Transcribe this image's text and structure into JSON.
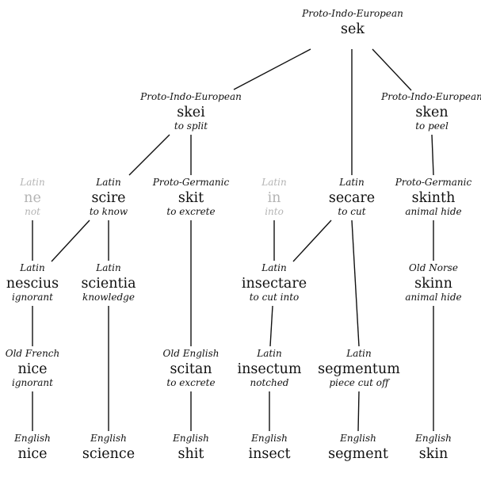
{
  "nodes": [
    {
      "id": "sek",
      "lang": "Proto-Indo-European",
      "word": "sek",
      "gloss": ""
    },
    {
      "id": "skei",
      "lang": "Proto-Indo-European",
      "word": "skei",
      "gloss": "to split"
    },
    {
      "id": "sken",
      "lang": "Proto-Indo-European",
      "word": "sken",
      "gloss": "to peel"
    },
    {
      "id": "ne",
      "lang": "Latin",
      "word": "ne",
      "gloss": "not",
      "faded": true
    },
    {
      "id": "scire",
      "lang": "Latin",
      "word": "scire",
      "gloss": "to know"
    },
    {
      "id": "skit",
      "lang": "Proto-Germanic",
      "word": "skit",
      "gloss": "to excrete"
    },
    {
      "id": "in",
      "lang": "Latin",
      "word": "in",
      "gloss": "into",
      "faded": true
    },
    {
      "id": "secare",
      "lang": "Latin",
      "word": "secare",
      "gloss": "to cut"
    },
    {
      "id": "skinth",
      "lang": "Proto-Germanic",
      "word": "skinth",
      "gloss": "animal hide"
    },
    {
      "id": "nescius",
      "lang": "Latin",
      "word": "nescius",
      "gloss": "ignorant"
    },
    {
      "id": "scientia",
      "lang": "Latin",
      "word": "scientia",
      "gloss": "knowledge"
    },
    {
      "id": "insectare",
      "lang": "Latin",
      "word": "insectare",
      "gloss": "to cut into"
    },
    {
      "id": "skinn",
      "lang": "Old Norse",
      "word": "skinn",
      "gloss": "animal hide"
    },
    {
      "id": "nice_of",
      "lang": "Old French",
      "word": "nice",
      "gloss": "ignorant"
    },
    {
      "id": "scitan",
      "lang": "Old English",
      "word": "scitan",
      "gloss": "to excrete"
    },
    {
      "id": "insectum",
      "lang": "Latin",
      "word": "insectum",
      "gloss": "notched"
    },
    {
      "id": "segmentum",
      "lang": "Latin",
      "word": "segmentum",
      "gloss": "piece cut off"
    },
    {
      "id": "nice",
      "lang": "English",
      "word": "nice",
      "gloss": ""
    },
    {
      "id": "science",
      "lang": "English",
      "word": "science",
      "gloss": ""
    },
    {
      "id": "shit",
      "lang": "English",
      "word": "shit",
      "gloss": ""
    },
    {
      "id": "insect",
      "lang": "English",
      "word": "insect",
      "gloss": ""
    },
    {
      "id": "segment",
      "lang": "English",
      "word": "segment",
      "gloss": ""
    },
    {
      "id": "skin",
      "lang": "English",
      "word": "skin",
      "gloss": ""
    }
  ],
  "edges": [
    [
      "sek",
      "skei"
    ],
    [
      "sek",
      "secare"
    ],
    [
      "sek",
      "sken"
    ],
    [
      "skei",
      "scire"
    ],
    [
      "skei",
      "skit"
    ],
    [
      "sken",
      "skinth"
    ],
    [
      "ne",
      "nescius"
    ],
    [
      "scire",
      "nescius"
    ],
    [
      "scire",
      "scientia"
    ],
    [
      "skit",
      "scitan"
    ],
    [
      "in",
      "insectare"
    ],
    [
      "secare",
      "insectare"
    ],
    [
      "secare",
      "segmentum"
    ],
    [
      "skinth",
      "skinn"
    ],
    [
      "nescius",
      "nice_of"
    ],
    [
      "nice_of",
      "nice"
    ],
    [
      "scientia",
      "science"
    ],
    [
      "scitan",
      "shit"
    ],
    [
      "insectare",
      "insectum"
    ],
    [
      "insectum",
      "insect"
    ],
    [
      "segmentum",
      "segment"
    ],
    [
      "skinn",
      "skin"
    ]
  ]
}
